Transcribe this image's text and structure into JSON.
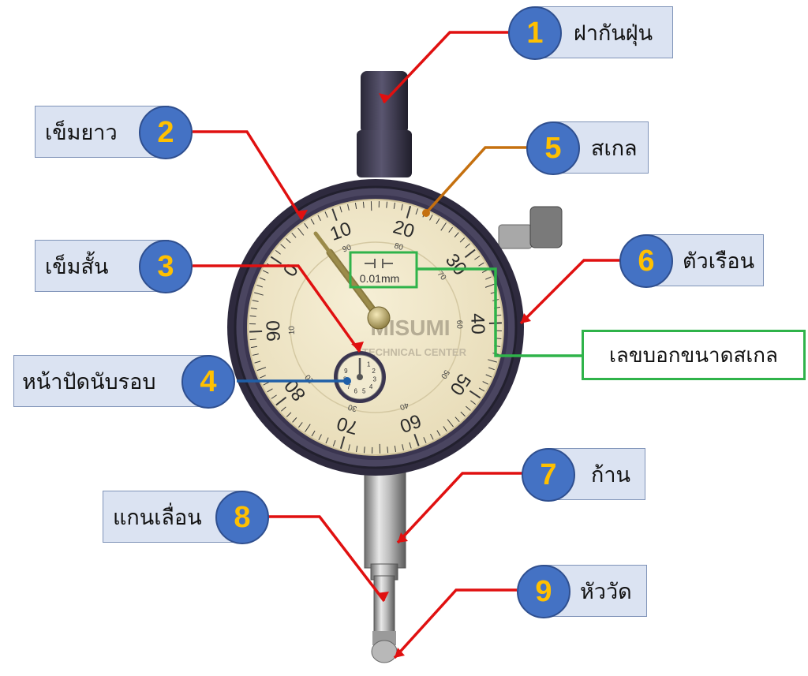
{
  "dial": {
    "brand": "MISUMI",
    "subtitle": "TECHNICAL CENTER",
    "resolution": "0.01mm",
    "main_scale": [
      "0",
      "10",
      "20",
      "30",
      "40",
      "50",
      "60",
      "70",
      "80",
      "90"
    ],
    "inner_scale": [
      "90",
      "80",
      "70",
      "60",
      "50",
      "40",
      "30",
      "20",
      "10"
    ],
    "revolution_scale": [
      "1",
      "2",
      "3",
      "4",
      "5",
      "6",
      "7",
      "8",
      "9"
    ]
  },
  "labels": [
    {
      "num": "1",
      "text": "ฝากันฝุ่น"
    },
    {
      "num": "2",
      "text": "เข็มยาว"
    },
    {
      "num": "3",
      "text": "เข็มสั้น"
    },
    {
      "num": "4",
      "text": "หน้าปัดนับรอบ"
    },
    {
      "num": "5",
      "text": "สเกล"
    },
    {
      "num": "6",
      "text": "ตัวเรือน"
    },
    {
      "num": "7",
      "text": "ก้าน"
    },
    {
      "num": "8",
      "text": "แกนเลื่อน"
    },
    {
      "num": "9",
      "text": "หัววัด"
    }
  ],
  "scale_label": "เลขบอกขนาดสเกล",
  "colors": {
    "badge": "#4472c4",
    "badge_number": "#ffc000",
    "label_box": "#dbe3f2",
    "leader_red": "#e01010",
    "leader_orange": "#c5700f",
    "leader_blue": "#1f5fa8",
    "leader_green": "#2fb34a",
    "bezel": "#3c3552",
    "dial_face": "#efe6c8"
  }
}
